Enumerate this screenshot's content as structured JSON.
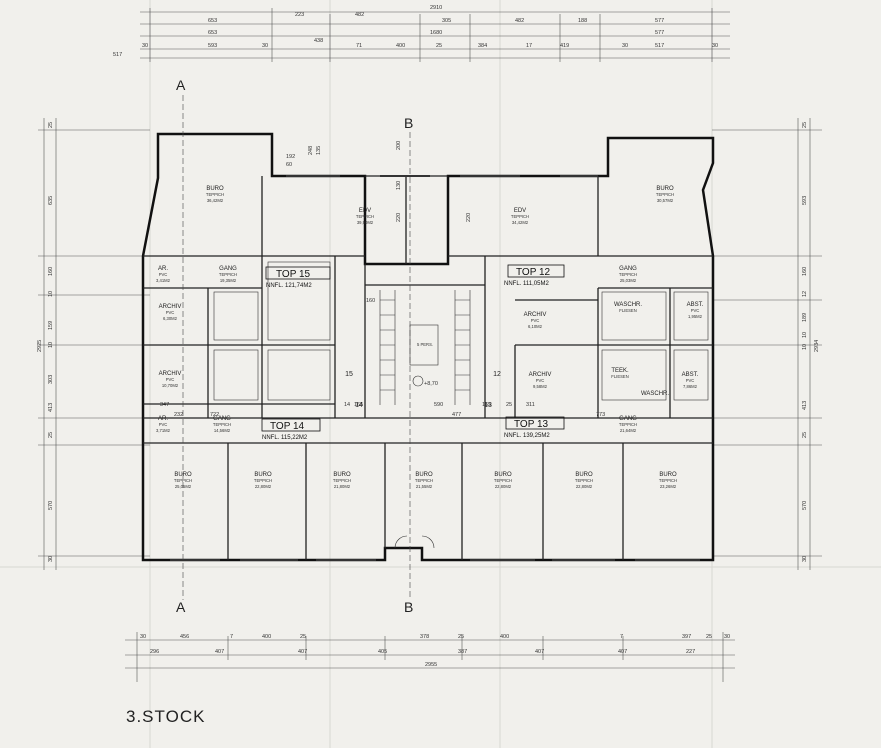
{
  "drawing": {
    "floor_title": "3.STOCK",
    "sections": [
      "A",
      "A",
      "B",
      "B"
    ],
    "elevator_label": "5 PERS.",
    "level_mark": "+8,70",
    "stair_labels": [
      "15",
      "12",
      "14",
      "13"
    ],
    "units": [
      {
        "label": "TOP 15",
        "area": "NNFL. 121,74M2"
      },
      {
        "label": "TOP 12",
        "area": "NNFL. 111,05M2"
      },
      {
        "label": "TOP 14",
        "area": "NNFL. 115,22M2"
      },
      {
        "label": "TOP 13",
        "area": "NNFL. 139,25M2"
      }
    ],
    "rooms": [
      {
        "name": "BURO",
        "finish": "TEPPICH",
        "area": "36,42M2"
      },
      {
        "name": "EDV",
        "finish": "TEPPICH",
        "area": "39,90M2"
      },
      {
        "name": "EDV",
        "finish": "TEPPICH",
        "area": "34,42M2"
      },
      {
        "name": "BURO",
        "finish": "TEPPICH",
        "area": "30,57M2"
      },
      {
        "name": "AR.",
        "finish": "PVC",
        "area": "3,41M2"
      },
      {
        "name": "GANG",
        "finish": "TEPPICH",
        "area": "19,35M2"
      },
      {
        "name": "GANG",
        "finish": "TEPPICH",
        "area": "25,03M2"
      },
      {
        "name": "ARCHIV",
        "finish": "PVC",
        "area": "6,30M2"
      },
      {
        "name": "ARCHIV",
        "finish": "PVC",
        "area": "6,10M2"
      },
      {
        "name": "WASCHR.",
        "finish": "FLIESEN",
        "area": ""
      },
      {
        "name": "ABST.",
        "finish": "PVC",
        "area": "1,95M2"
      },
      {
        "name": "ARCHIV",
        "finish": "PVC",
        "area": "10,70M2"
      },
      {
        "name": "ARCHIV",
        "finish": "PVC",
        "area": "9,58M2"
      },
      {
        "name": "TEEK.",
        "finish": "FLIESEN",
        "area": ""
      },
      {
        "name": "ABST.",
        "finish": "PVC",
        "area": "7,86M2"
      },
      {
        "name": "WASCHR.",
        "finish": "",
        "area": ""
      },
      {
        "name": "AR.",
        "finish": "PVC",
        "area": "3,71M2"
      },
      {
        "name": "GANG",
        "finish": "TEPPICH",
        "area": "14,56M2"
      },
      {
        "name": "GANG",
        "finish": "TEPPICH",
        "area": "21,64M2"
      },
      {
        "name": "BURO",
        "finish": "TEPPICH",
        "area": "25,05M2"
      },
      {
        "name": "BURO",
        "finish": "TEPPICH",
        "area": "22,80M2"
      },
      {
        "name": "BURO",
        "finish": "TEPPICH",
        "area": "21,80M2"
      },
      {
        "name": "BURO",
        "finish": "TEPPICH",
        "area": "21,55M2"
      },
      {
        "name": "BURO",
        "finish": "TEPPICH",
        "area": "22,80M2"
      },
      {
        "name": "BURO",
        "finish": "TEPPICH",
        "area": "22,80M2"
      },
      {
        "name": "BURO",
        "finish": "TEPPICH",
        "area": "23,26M2"
      }
    ],
    "top_dims": {
      "total": "2910",
      "row1": [
        "653",
        "223",
        "482",
        "305",
        "482",
        "188",
        "577"
      ],
      "row2": [
        "653",
        "1680",
        "577"
      ],
      "row3": [
        "517",
        "30",
        "593",
        "30",
        "438",
        "71",
        "400",
        "25",
        "384",
        "17",
        "419",
        "30",
        "517",
        "30"
      ]
    },
    "bottom_dims": {
      "total": "2955",
      "row1": [
        "30",
        "456",
        "7",
        "400",
        "25",
        "378",
        "25",
        "400",
        "7",
        "397",
        "25",
        "30"
      ],
      "row2": [
        "296",
        "407",
        "407",
        "405",
        "387",
        "407",
        "407",
        "227"
      ]
    },
    "left_dims": [
      "25",
      "635",
      "160",
      "10",
      "159",
      "10",
      "303",
      "413",
      "25",
      "570",
      "30",
      "2925"
    ],
    "right_dims": [
      "25",
      "593",
      "160",
      "12",
      "189",
      "10",
      "10",
      "413",
      "25",
      "570",
      "30",
      "2934"
    ],
    "inner_dims": [
      "192",
      "60",
      "248",
      "135",
      "200",
      "220",
      "130",
      "220",
      "160",
      "347",
      "232",
      "722",
      "590",
      "477",
      "311",
      "773",
      "165",
      "25",
      "14",
      "165"
    ]
  }
}
